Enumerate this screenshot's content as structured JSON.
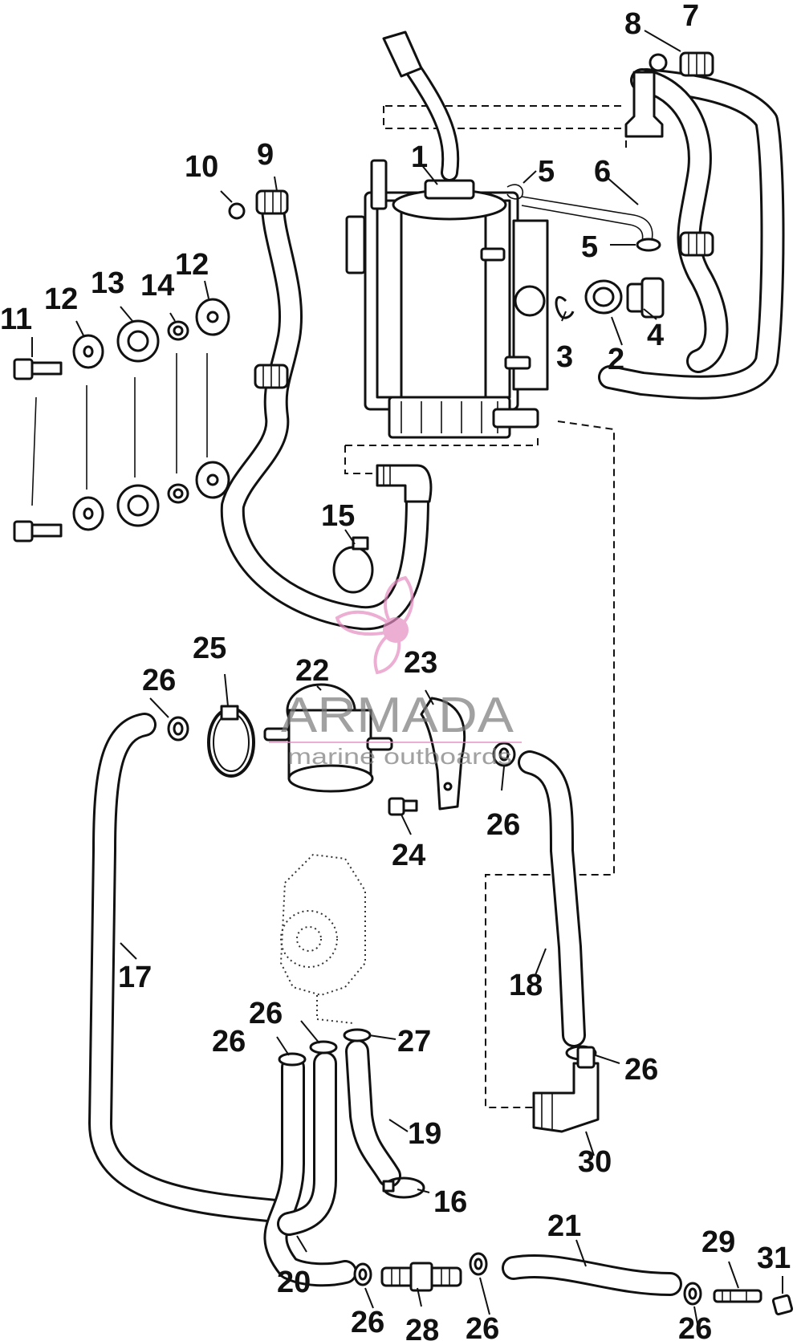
{
  "watermark": {
    "brand": "ARMADA",
    "tagline": "marine outboards",
    "logo_color": "#e58cc0",
    "text_color": "#7a7a7a"
  },
  "callouts": [
    "1",
    "2",
    "3",
    "4",
    "5",
    "5",
    "6",
    "7",
    "8",
    "9",
    "10",
    "11",
    "12",
    "12",
    "13",
    "14",
    "15",
    "16",
    "17",
    "18",
    "19",
    "20",
    "21",
    "22",
    "23",
    "24",
    "25",
    "26",
    "26",
    "26",
    "26",
    "26",
    "26",
    "26",
    "26",
    "27",
    "28",
    "29",
    "30",
    "31"
  ],
  "colors": {
    "line": "#111111",
    "background": "#ffffff"
  }
}
